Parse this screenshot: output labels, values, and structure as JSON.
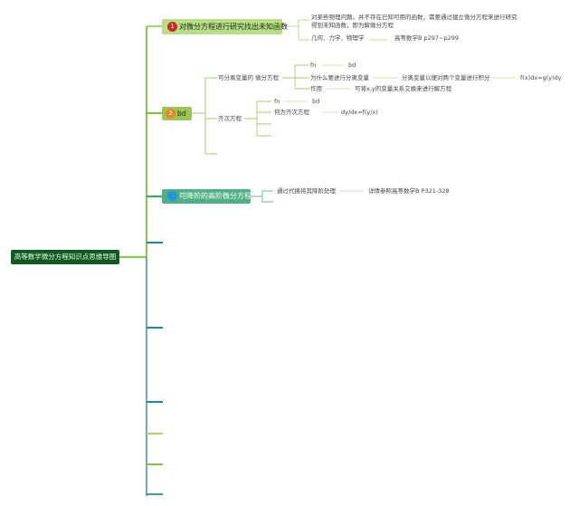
{
  "root": {
    "label": "高等数学微分方程知识点思维导图"
  },
  "branch1": {
    "label": "对微分方程进行研究找出未知函数",
    "badge": "1",
    "desc_line1": "对某些物理问题，并不存在已知可用的函数，需要通过建立微分方程来进行研究",
    "desc_line2": "得到未知函数，即为解微分方程",
    "field": "几何、力学、物理学",
    "ref": "高等数学B p297~p299"
  },
  "branch2": {
    "label": "bd",
    "badge": "2",
    "separable": {
      "label": "可分离变量的 微分方程",
      "fn": "fn",
      "bd": "bd",
      "why": "为什么要进行分离变量",
      "why_answer": "分离变量以便对两个变量进行积分",
      "formula": "f(x)dx=g(y)dy",
      "role": "作用",
      "role_answer": "可将x,y的变量关系交换来进行解方程"
    },
    "homogeneous": {
      "label": "齐次方程",
      "fn": "fn",
      "bd": "bd",
      "what": "何为齐次方程",
      "formula": "dy/dx=f(y/x)"
    }
  },
  "branch3": {
    "label": "可降阶的高阶微分方程",
    "method": "通过代换将其降阶处理",
    "ref": "详情参照高等数学B P321-328"
  }
}
